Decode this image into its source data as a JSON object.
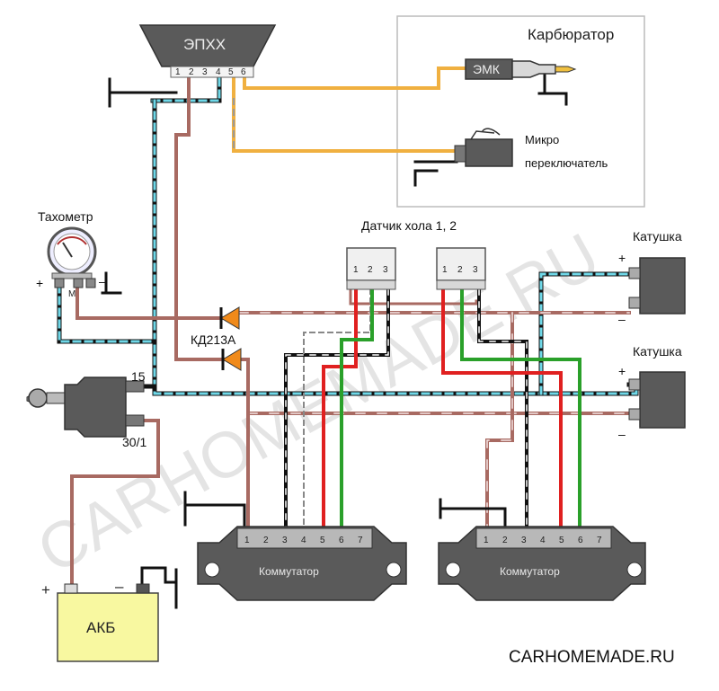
{
  "components": {
    "ephh": "ЭПХХ",
    "ephh_pins": [
      "1",
      "2",
      "3",
      "4",
      "5",
      "6"
    ],
    "carburetor": "Карбюратор",
    "emk": "ЭМК",
    "microswitch_1": "Микро",
    "microswitch_2": "переключатель",
    "tachometer": "Тахометр",
    "tach_m": "M",
    "tach_plus": "+",
    "tach_minus": "–",
    "hall_sensor": "Датчик хола 1, 2",
    "hall_pins": [
      "1",
      "2",
      "3"
    ],
    "coil_1": "Катушка",
    "coil_2": "Катушка",
    "coil_plus": "+",
    "coil_minus": "–",
    "diode": "КД213А",
    "switch_15": "15",
    "switch_30": "30/1",
    "battery": "АКБ",
    "battery_plus": "+",
    "battery_minus": "–",
    "commutator": "Коммутатор",
    "commutator_pins": [
      "1",
      "2",
      "3",
      "4",
      "5",
      "6",
      "7"
    ]
  },
  "watermark": "CARHOMEMADE.RU",
  "site": "CARHOMEMADE.RU",
  "colors": {
    "orange_wire": "#f0b040",
    "brown_wire": "#a86a62",
    "cyan_wire": "#6fd8e8",
    "red_wire": "#e02020",
    "green_wire": "#2aa02a",
    "component_gray": "#5a5a5a",
    "battery_yellow": "#f8f8a0",
    "diode_orange": "#f08a1a"
  }
}
